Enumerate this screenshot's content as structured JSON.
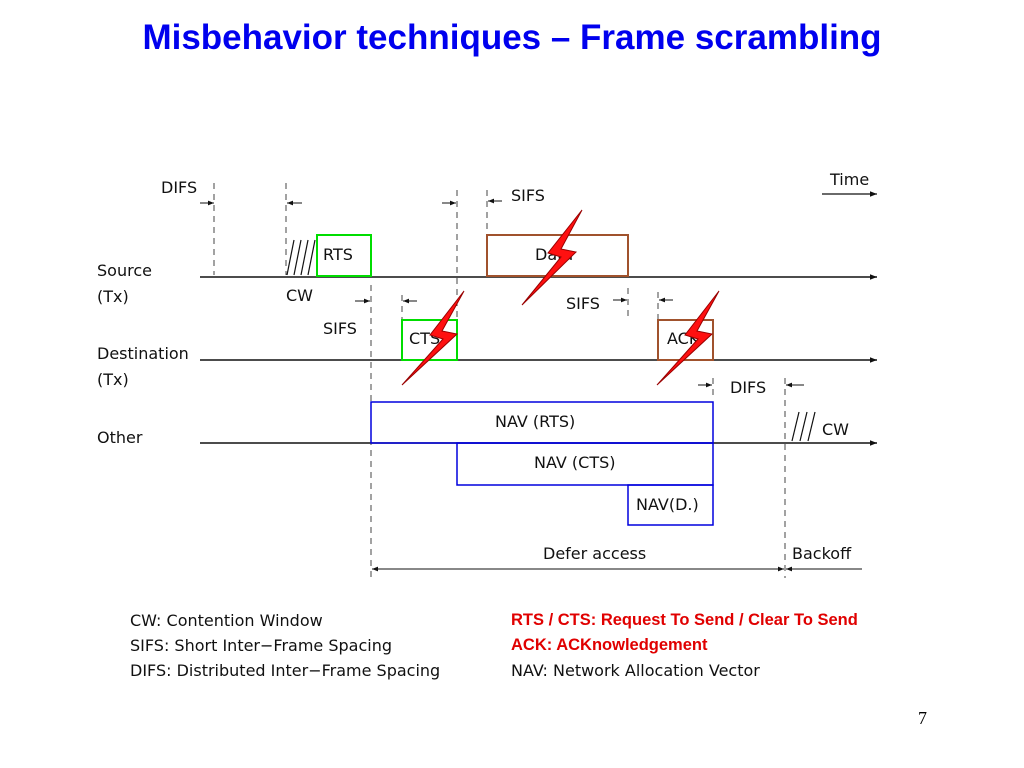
{
  "slide": {
    "title": "Misbehavior techniques – Frame scrambling",
    "page_number": "7"
  },
  "diagram": {
    "time_label": "Time",
    "rows": {
      "source": [
        "Source",
        "(Tx)"
      ],
      "destination": [
        "Destination",
        "(Tx)"
      ],
      "other": "Other"
    },
    "intervals": {
      "difs_src": "DIFS",
      "sifs_src": "SIFS",
      "cw_src": "CW",
      "sifs_dst1": "SIFS",
      "sifs_dst2": "SIFS",
      "difs_other": "DIFS",
      "cw_other": "CW"
    },
    "frames": {
      "rts": "RTS",
      "data": "Data",
      "cts": "CTS",
      "ack": "ACK"
    },
    "nav": {
      "rts": "NAV (RTS)",
      "cts": "NAV (CTS)",
      "data": "NAV(D.)"
    },
    "spans": {
      "defer": "Defer access",
      "backoff": "Backoff"
    },
    "colors": {
      "rts_cts": "#00dd00",
      "data_ack": "#a0522d",
      "nav": "#0000dd",
      "lightning": "#ff0000"
    },
    "icons": [
      "lightning-bolt-icon"
    ]
  },
  "legend": {
    "left": [
      "CW: Contention Window",
      "SIFS: Short Inter−Frame Spacing",
      "DIFS: Distributed Inter−Frame Spacing"
    ],
    "right": [
      "RTS / CTS: Request To Send / Clear To Send",
      "ACK: ACKnowledgement",
      "NAV: Network Allocation Vector"
    ]
  }
}
